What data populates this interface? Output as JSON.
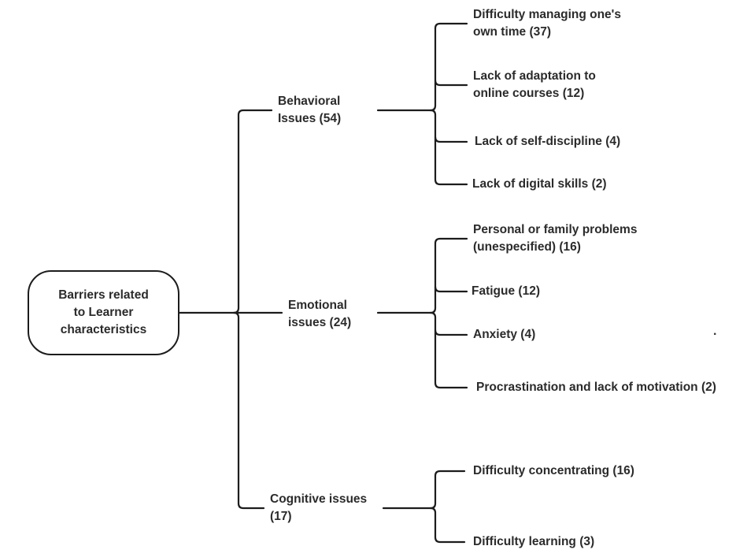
{
  "diagram": {
    "root": {
      "label": "Barriers related to Learner characteristics",
      "lines": [
        "Barriers related",
        "to Learner",
        "characteristics"
      ]
    },
    "branches": [
      {
        "label": "Behavioral Issues (54)",
        "lines": [
          "Behavioral",
          "Issues (54)"
        ],
        "children": [
          {
            "label": "Difficulty managing one's own time (37)",
            "lines": [
              "Difficulty managing one's",
              "own time (37)"
            ]
          },
          {
            "label": "Lack of adaptation to online courses (12)",
            "lines": [
              "Lack of adaptation to",
              "online courses (12)"
            ]
          },
          {
            "label": "Lack of self-discipline (4)",
            "lines": [
              "Lack of self-discipline (4)"
            ]
          },
          {
            "label": "Lack of digital skills (2)",
            "lines": [
              "Lack of digital skills (2)"
            ]
          }
        ]
      },
      {
        "label": "Emotional issues (24)",
        "lines": [
          "Emotional",
          "issues (24)"
        ],
        "children": [
          {
            "label": "Personal or family problems (unespecified) (16)",
            "lines": [
              "Personal or family problems",
              "(unespecified) (16)"
            ]
          },
          {
            "label": "Fatigue (12)",
            "lines": [
              "Fatigue (12)"
            ]
          },
          {
            "label": "Anxiety (4)",
            "lines": [
              "Anxiety (4)"
            ]
          },
          {
            "label": "Procrastination and lack of motivation (2)",
            "lines": [
              "Procrastination and lack of motivation (2)"
            ]
          }
        ]
      },
      {
        "label": "Cognitive issues (17)",
        "lines": [
          "Cognitive issues",
          "(17)"
        ],
        "children": [
          {
            "label": "Difficulty concentrating (16)",
            "lines": [
              "Difficulty concentrating (16)"
            ]
          },
          {
            "label": "Difficulty learning (3)",
            "lines": [
              "Difficulty learning (3)"
            ]
          }
        ]
      }
    ],
    "stray_mark": ".",
    "colors": {
      "line": "#1c1c1c",
      "text": "#2b2b2b",
      "background": "#ffffff"
    }
  }
}
